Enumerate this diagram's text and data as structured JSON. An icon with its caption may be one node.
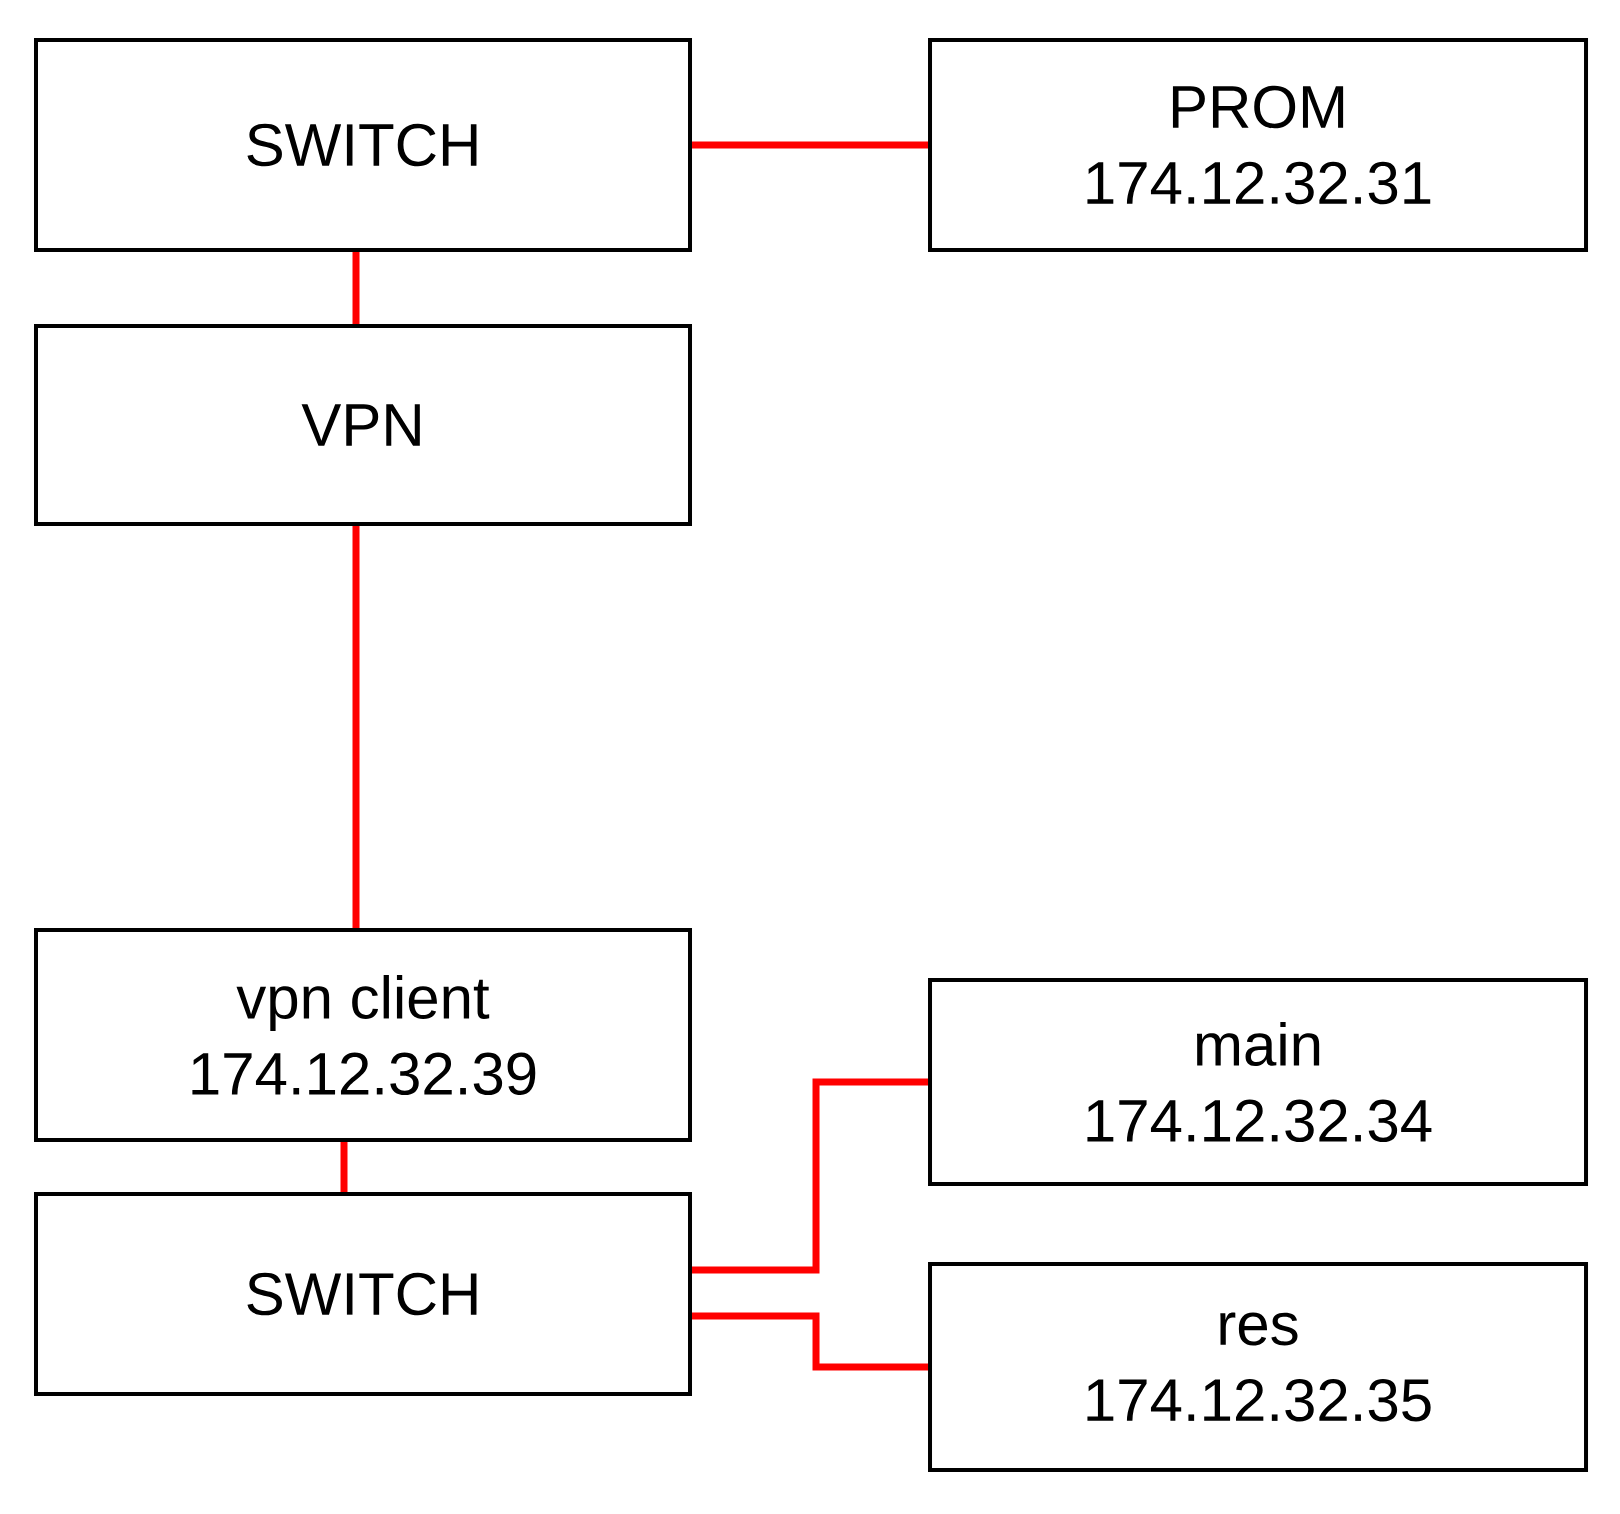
{
  "diagram": {
    "nodes": [
      {
        "text": [
          "SWITCH"
        ]
      },
      {
        "text": [
          "PROM",
          "174.12.32.31"
        ]
      },
      {
        "text": [
          "VPN"
        ]
      },
      {
        "text": [
          "vpn client",
          "174.12.32.39"
        ]
      },
      {
        "text": [
          "SWITCH"
        ]
      },
      {
        "text": [
          "main",
          "174.12.32.34"
        ]
      },
      {
        "text": [
          "res",
          "174.12.32.35"
        ]
      }
    ],
    "edges": [
      {
        "from": 0,
        "to": 1,
        "arrow": "none"
      },
      {
        "from": 0,
        "to": 2,
        "arrow": "none"
      },
      {
        "from": 2,
        "to": 3,
        "arrow": "none"
      },
      {
        "from": 3,
        "to": 4,
        "arrow": "none"
      },
      {
        "from": 4,
        "to": 5,
        "arrow": "none"
      },
      {
        "from": 4,
        "to": 6,
        "arrow": "none"
      }
    ]
  }
}
